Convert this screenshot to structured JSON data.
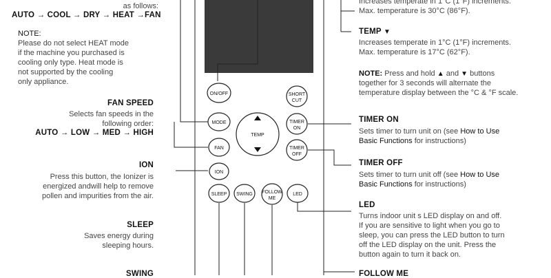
{
  "left": {
    "mode_tail": "as follows:",
    "mode_sequence": "AUTO → COOL → DRY → HEAT →FAN",
    "note_heading": "NOTE:",
    "note_lines": [
      "Please do not select HEAT mode",
      "if the machine you purchased is",
      "cooling only type. Heat mode is",
      "not supported by the cooling",
      "only appliance."
    ],
    "fan_speed_title": "FAN SPEED",
    "fan_speed_lines": [
      "Selects fan speeds in the",
      "following order:"
    ],
    "fan_speed_sequence": "AUTO → LOW → MED → HIGH",
    "ion_title": "ION",
    "ion_lines": [
      "Press this button, the Ionizer is",
      "energized andwill help to remove",
      "pollen and impurities from the air."
    ],
    "sleep_title": "SLEEP",
    "sleep_lines": [
      "Saves energy during",
      "sleeping hours."
    ],
    "swing_title": "SWING"
  },
  "right": {
    "temp_up_line1": "Increases temperate in 1°C (1°F) increments.",
    "temp_up_line2": "Max. temperature is 30°C (86°F).",
    "temp_down_title": "TEMP",
    "temp_down_arrow": "▼",
    "temp_down_line1": "Increases temperate in 1°C (1°F) increments.",
    "temp_down_line2": "Max. temperature is 17°C (62°F).",
    "note_label": "NOTE:",
    "note_line1_a": "Press and hold",
    "note_up": "▲",
    "note_and": "and",
    "note_down": "▼",
    "note_line1_b": "buttons",
    "note_line2": "together for 3 seconds will alternate the",
    "note_line3": "temperature display between the °C & °F scale.",
    "timer_on_title": "TIMER ON",
    "timer_on_line1_a": "Sets timer to turn unit on (see",
    "timer_on_line1_link": "How to Use",
    "timer_on_line2_link": "Basic Functions",
    "timer_on_line2_b": "for instructions)",
    "timer_off_title": "TIMER OFF",
    "timer_off_line1_a": "Sets timer to turn unit off (see",
    "timer_off_line1_link": "How to Use",
    "timer_off_line2_link": "Basic Functions",
    "timer_off_line2_b": "for instructions)",
    "led_title": "LED",
    "led_lines": [
      "Turns indoor unit s LED  display on and off.",
      "If you are sensitive to light when you go to",
      "sleep, you can press the LED button to turn",
      "off the LED display on the unit. Press the",
      "button again to turn it back on."
    ],
    "follow_me_title": "FOLLOW ME"
  },
  "buttons": {
    "on_off": "ON/OFF",
    "mode": "MODE",
    "fan": "FAN",
    "ion": "ION",
    "sleep": "SLEEP",
    "swing": "SWING",
    "follow": "FOLLOW",
    "me": "ME",
    "led": "LED",
    "short": "SHORT",
    "cut": "CUT",
    "timer": "TIMER",
    "on": "ON",
    "off": "OFF",
    "temp": "TEMP"
  }
}
